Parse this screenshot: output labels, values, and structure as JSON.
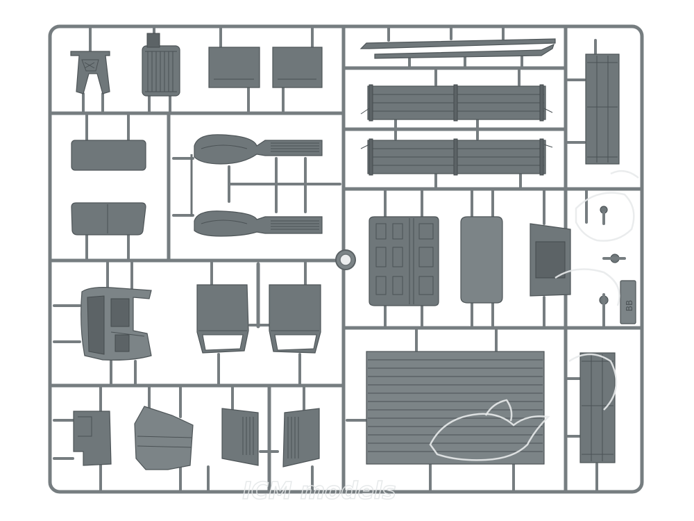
{
  "image": {
    "subject": "plastic-model-sprue",
    "background_color": "#ffffff",
    "plastic_color": "#6f777a",
    "frame_color": "#767d80"
  },
  "sprue_tag": {
    "text": "BB"
  },
  "watermark": {
    "text": "ICM models"
  }
}
